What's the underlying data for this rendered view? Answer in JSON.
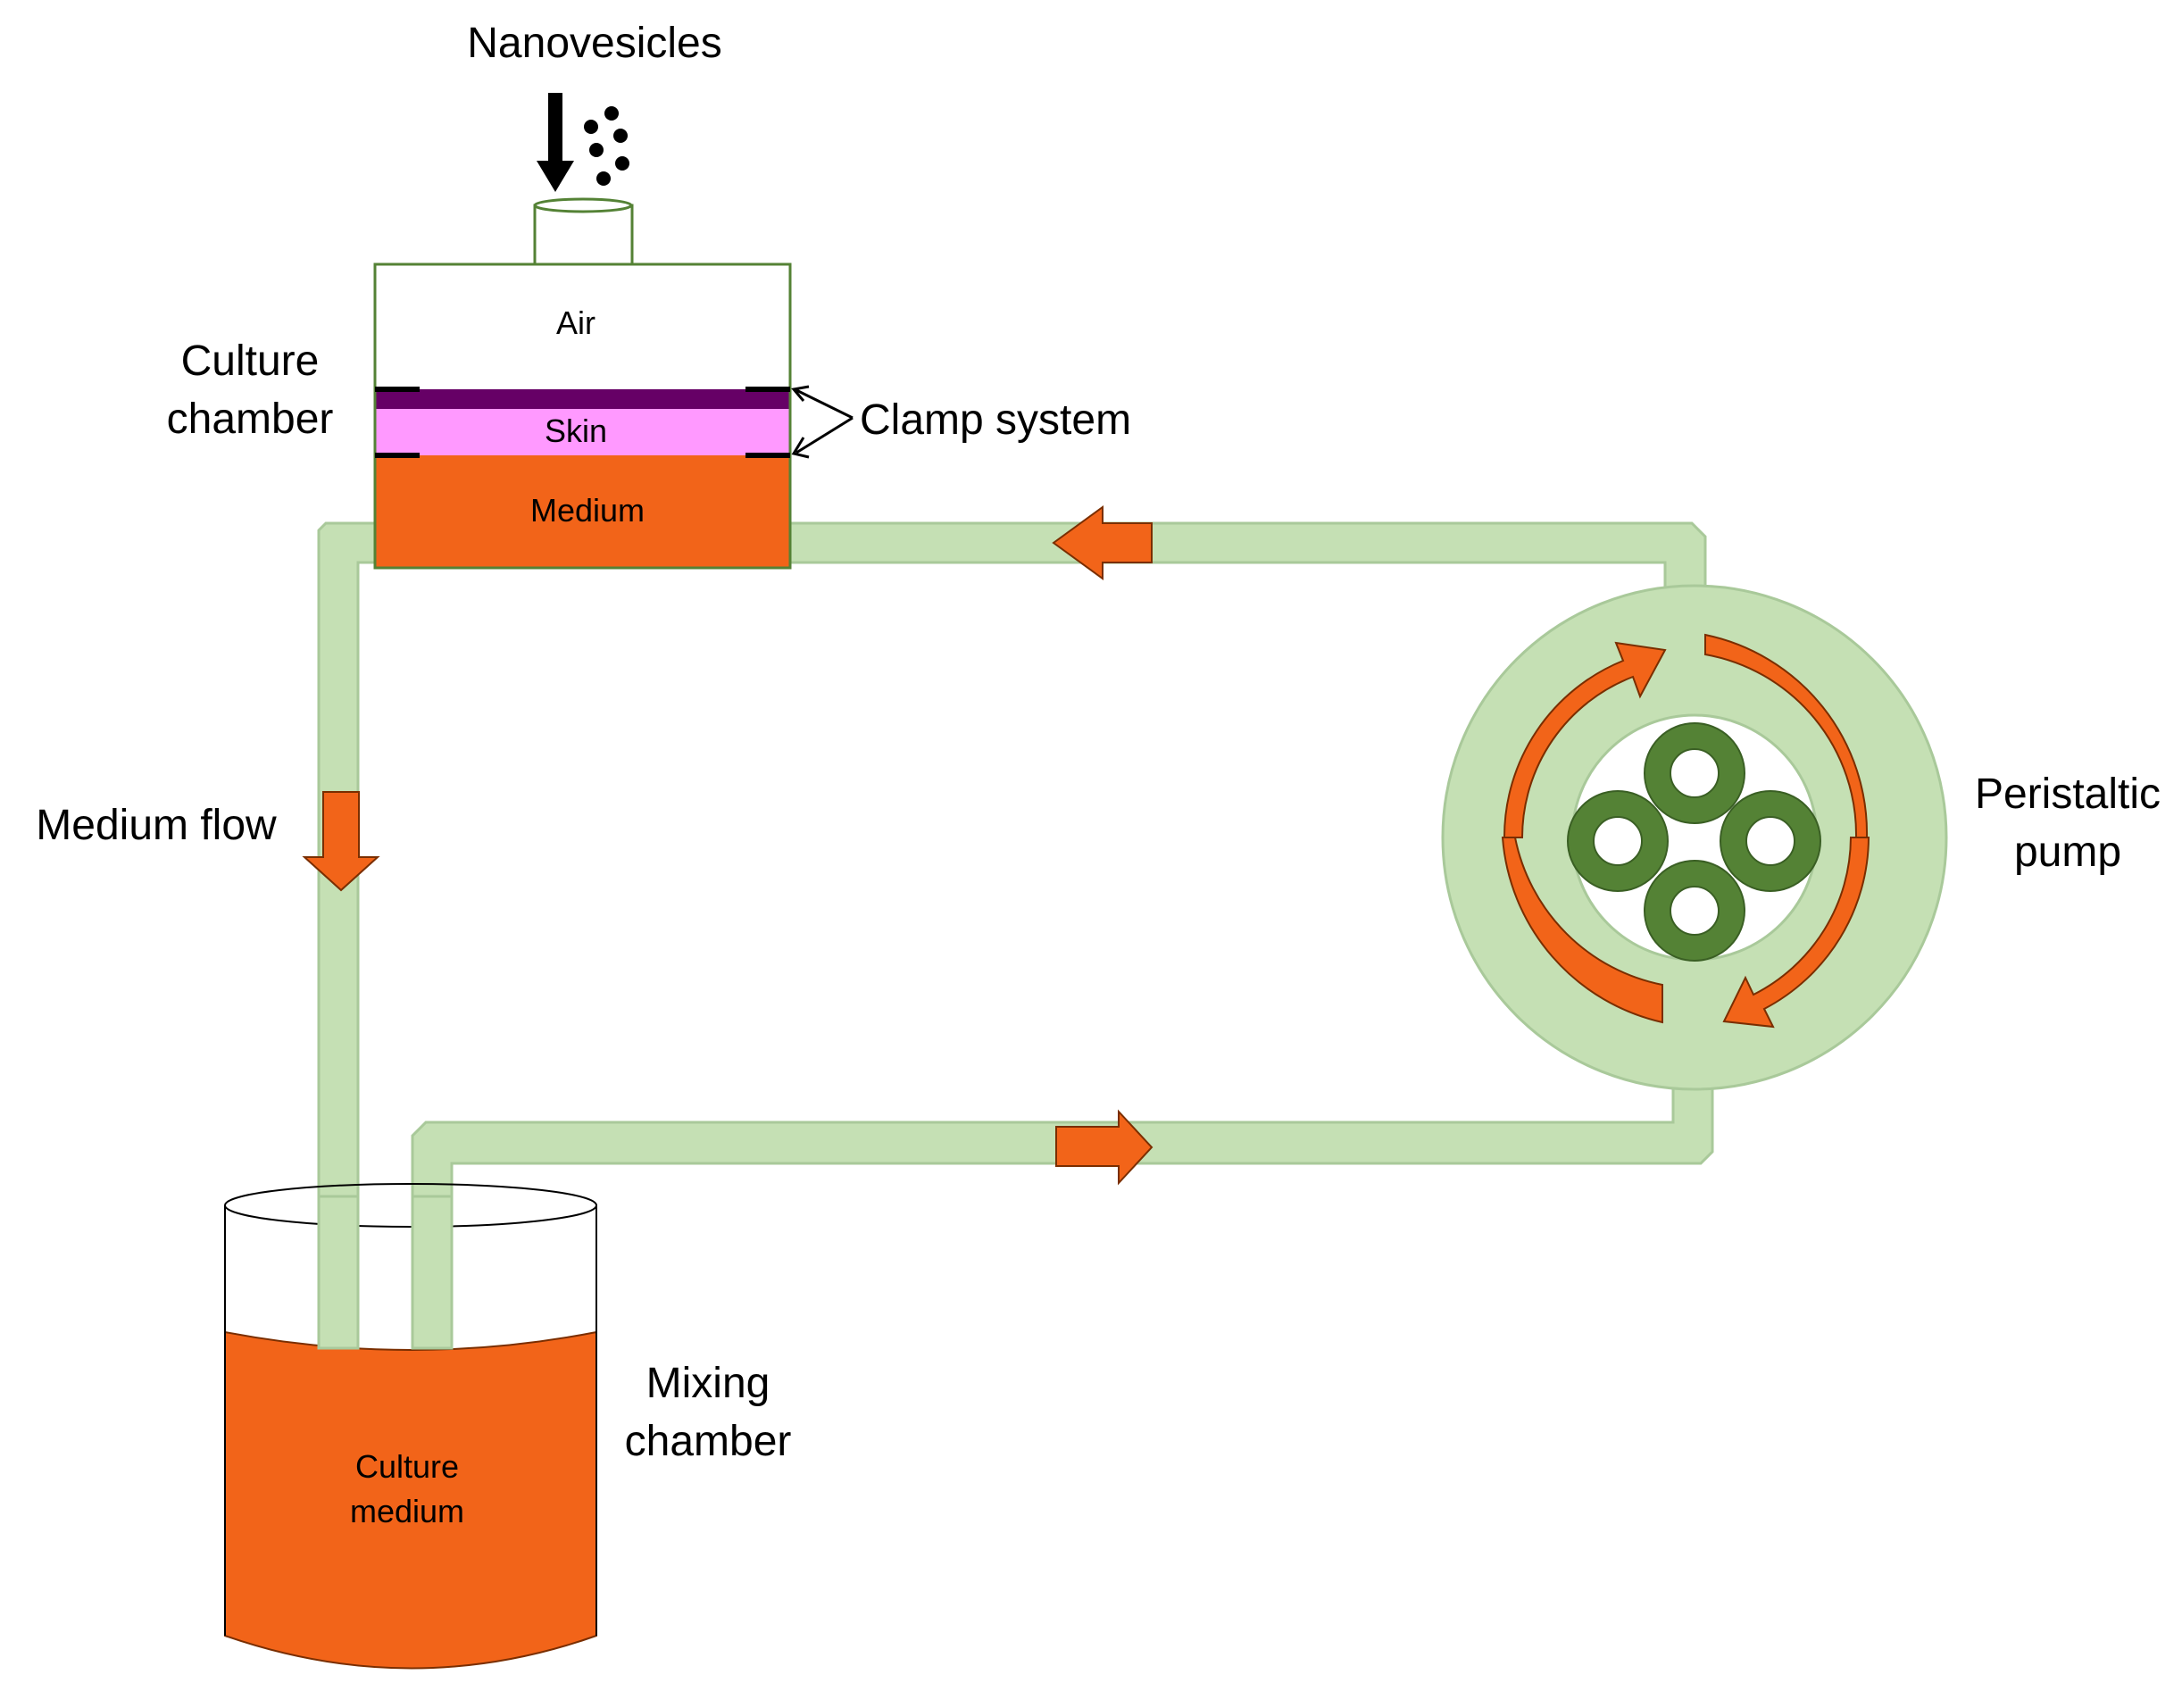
{
  "labels": {
    "nanovesicles": "Nanovesicles",
    "air": "Air",
    "culture_chamber_line1": "Culture",
    "culture_chamber_line2": "chamber",
    "skin": "Skin",
    "clamp_system": "Clamp system",
    "medium": "Medium",
    "medium_flow": "Medium flow",
    "peristaltic_pump_line1": "Peristaltic",
    "peristaltic_pump_line2": "pump",
    "mixing_chamber_line1": "Mixing",
    "mixing_chamber_line2": "chamber",
    "culture_medium_line1": "Culture",
    "culture_medium_line2": "medium"
  },
  "colors": {
    "medium_orange": "#F26419",
    "tube_green": "#C5E0B4",
    "tube_stroke": "#A9C99A",
    "skin_pink": "#FF99FF",
    "skin_top_purple": "#660066",
    "roller_green": "#548235",
    "chamber_outline": "#548235"
  }
}
